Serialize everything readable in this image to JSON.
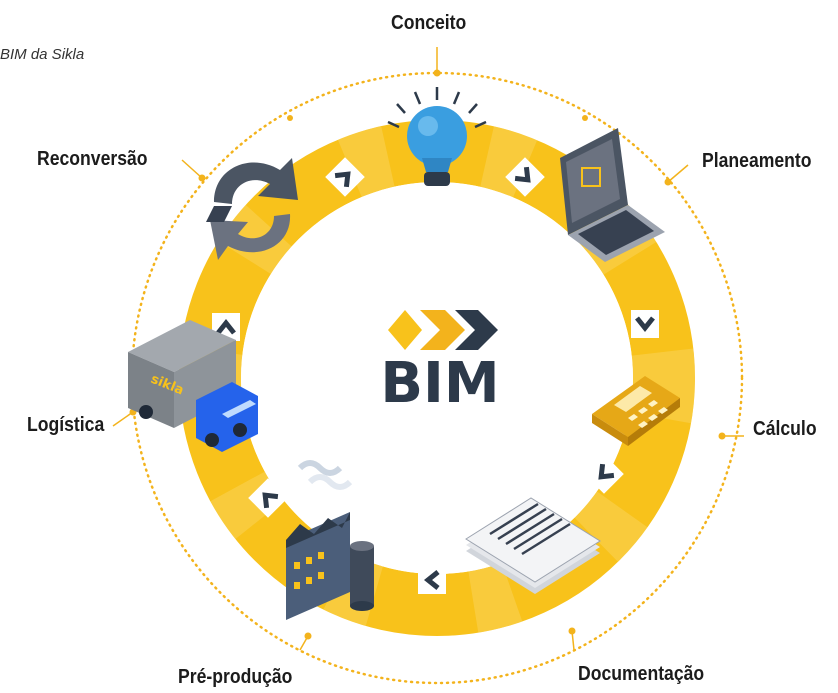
{
  "caption": "BIM da Sikla",
  "center": {
    "text": "BIM"
  },
  "stages": [
    {
      "label": "Conceito"
    },
    {
      "label": "Planeamento"
    },
    {
      "label": "Cálculo"
    },
    {
      "label": "Documentação"
    },
    {
      "label": "Pré-produção"
    },
    {
      "label": "Logística"
    },
    {
      "label": "Reconversão"
    }
  ],
  "truck": {
    "brand": "sikla"
  },
  "colors": {
    "ring_yellow": "#f8c21b",
    "ring_light": "#fbd866",
    "dots": "#f3b31c",
    "chevron_dark": "#2d3a4a",
    "bulb_blue": "#3a9ee0",
    "text": "#1c1c1c"
  }
}
